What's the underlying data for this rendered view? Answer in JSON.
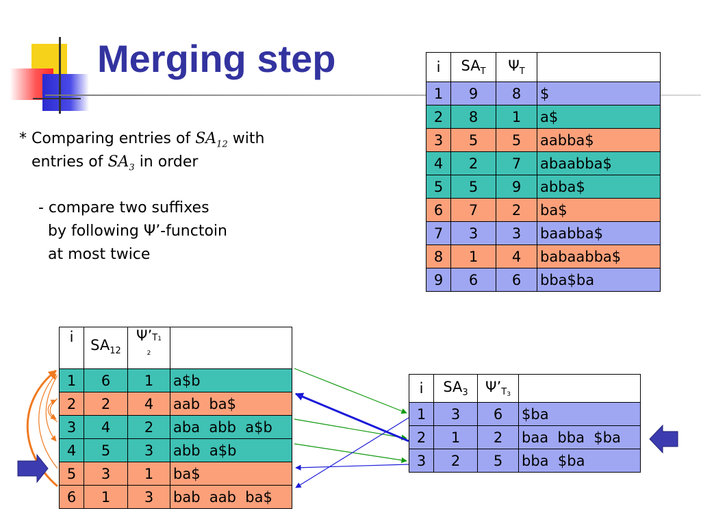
{
  "title": "Merging step",
  "bullet": {
    "line1_a": "* Comparing entries of ",
    "sa12_base": "SA",
    "sa12_sub": "12",
    "line1_b": " with",
    "line2_a": "entries of ",
    "sa3_base": "SA",
    "sa3_sub": "3",
    "line2_b": " in order",
    "sub1": "- compare two suffixes",
    "sub2": "by following Ψ’-functoin",
    "sub3": "at most twice"
  },
  "colors": {
    "blue": "#9fa7f3",
    "teal": "#3fc1b4",
    "orange": "#fca07a",
    "title": "#3333a0",
    "pointer": "#3c3cb0"
  },
  "table_T": {
    "headers": {
      "i": "i",
      "sa": "SA",
      "sa_sub": "T",
      "psi": "Ψ",
      "psi_sub": "T",
      "suffix": ""
    },
    "rows": [
      {
        "i": "1",
        "sa": "9",
        "psi": "8",
        "suffix": "$",
        "color": "blue"
      },
      {
        "i": "2",
        "sa": "8",
        "psi": "1",
        "suffix": "a$",
        "color": "teal"
      },
      {
        "i": "3",
        "sa": "5",
        "psi": "5",
        "suffix": "aabba$",
        "color": "orange"
      },
      {
        "i": "4",
        "sa": "2",
        "psi": "7",
        "suffix": "abaabba$",
        "color": "teal"
      },
      {
        "i": "5",
        "sa": "5",
        "psi": "9",
        "suffix": "abba$",
        "color": "teal"
      },
      {
        "i": "6",
        "sa": "7",
        "psi": "2",
        "suffix": "ba$",
        "color": "orange"
      },
      {
        "i": "7",
        "sa": "3",
        "psi": "3",
        "suffix": "baabba$",
        "color": "blue"
      },
      {
        "i": "8",
        "sa": "1",
        "psi": "4",
        "suffix": "babaabba$",
        "color": "orange"
      },
      {
        "i": "9",
        "sa": "6",
        "psi": "6",
        "suffix": "bba$ba",
        "color": "blue"
      }
    ]
  },
  "table_12": {
    "headers": {
      "i": "i",
      "sa": "SA",
      "sa_sub": "12",
      "psi": "Ψ’",
      "psi_sub1": "T",
      "psi_sub2": "1",
      "psi_sub3": "2",
      "suffix": ""
    },
    "rows": [
      {
        "i": "1",
        "sa": "6",
        "psi": "1",
        "suffix": "a$b",
        "color": "teal"
      },
      {
        "i": "2",
        "sa": "2",
        "psi": "4",
        "suffix": "aab  ba$",
        "color": "orange"
      },
      {
        "i": "3",
        "sa": "4",
        "psi": "2",
        "suffix": "aba  abb  a$b",
        "color": "teal"
      },
      {
        "i": "4",
        "sa": "5",
        "psi": "3",
        "suffix": "abb  a$b",
        "color": "teal"
      },
      {
        "i": "5",
        "sa": "3",
        "psi": "1",
        "suffix": "ba$",
        "color": "orange"
      },
      {
        "i": "6",
        "sa": "1",
        "psi": "3",
        "suffix": "bab  aab  ba$",
        "color": "orange"
      }
    ]
  },
  "table_3": {
    "headers": {
      "i": "i",
      "sa": "SA",
      "sa_sub": "3",
      "psi": "Ψ’",
      "psi_sub1": "T",
      "psi_sub2": "3",
      "suffix": ""
    },
    "rows": [
      {
        "i": "1",
        "sa": "3",
        "psi": "6",
        "suffix": "$ba",
        "color": "blue"
      },
      {
        "i": "2",
        "sa": "1",
        "psi": "2",
        "suffix": "baa  bba  $ba",
        "color": "blue"
      },
      {
        "i": "3",
        "sa": "2",
        "psi": "5",
        "suffix": "bba  $ba",
        "color": "blue"
      }
    ]
  }
}
